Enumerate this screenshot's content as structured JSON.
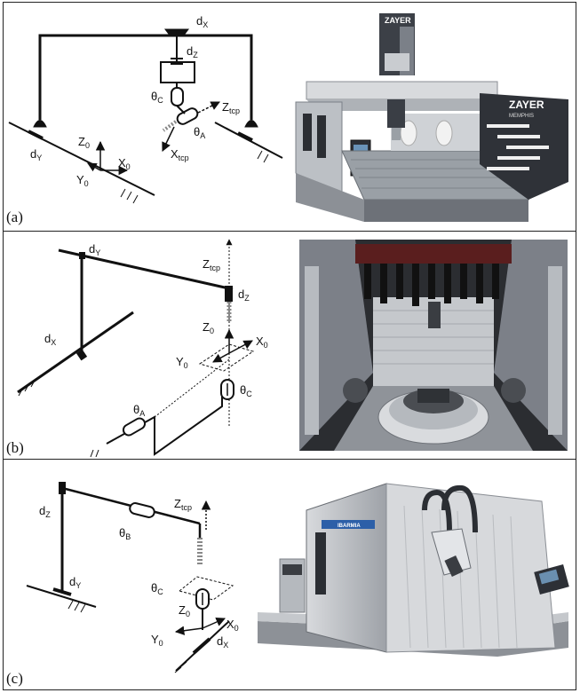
{
  "figure": {
    "panels": [
      {
        "label": "(a)",
        "labels": {
          "dx": {
            "main": "d",
            "sub": "X"
          },
          "dz": {
            "main": "d",
            "sub": "Z"
          },
          "dy": {
            "main": "d",
            "sub": "Y"
          },
          "thetaC": {
            "main": "θ",
            "sub": "C"
          },
          "thetaA": {
            "main": "θ",
            "sub": "A"
          },
          "ztcp": {
            "main": "Z",
            "sub": "tcp"
          },
          "xtcp": {
            "main": "X",
            "sub": "tcp"
          },
          "z0": {
            "main": "Z",
            "sub": "0"
          },
          "x0": {
            "main": "X",
            "sub": "0"
          },
          "y0": {
            "main": "Y",
            "sub": "0"
          }
        },
        "photo": {
          "brand_top": "ZAYER",
          "brand_side": "ZAYER",
          "model": "MEMPHIS"
        }
      },
      {
        "label": "(b)",
        "labels": {
          "dy": {
            "main": "d",
            "sub": "Y"
          },
          "ztcp": {
            "main": "Z",
            "sub": "tcp"
          },
          "dz": {
            "main": "d",
            "sub": "Z"
          },
          "dx": {
            "main": "d",
            "sub": "X"
          },
          "z0": {
            "main": "Z",
            "sub": "0"
          },
          "x0": {
            "main": "X",
            "sub": "0"
          },
          "y0": {
            "main": "Y",
            "sub": "0"
          },
          "thetaA": {
            "main": "θ",
            "sub": "A"
          },
          "thetaC": {
            "main": "θ",
            "sub": "C"
          }
        }
      },
      {
        "label": "(c)",
        "labels": {
          "dz": {
            "main": "d",
            "sub": "Z"
          },
          "thetaB": {
            "main": "θ",
            "sub": "B"
          },
          "ztcp": {
            "main": "Z",
            "sub": "tcp"
          },
          "dy": {
            "main": "d",
            "sub": "Y"
          },
          "thetaC": {
            "main": "θ",
            "sub": "C"
          },
          "z0": {
            "main": "Z",
            "sub": "0"
          },
          "x0": {
            "main": "X",
            "sub": "0"
          },
          "y0": {
            "main": "Y",
            "sub": "0"
          },
          "dx": {
            "main": "d",
            "sub": "X"
          }
        },
        "photo": {
          "brand": "IBARMIA"
        }
      }
    ],
    "colors": {
      "line": "#111111",
      "photo_bg_dark": "#2a2a2a",
      "machine_grey": "#bfc2c6",
      "machine_dark": "#3b3f46"
    }
  }
}
